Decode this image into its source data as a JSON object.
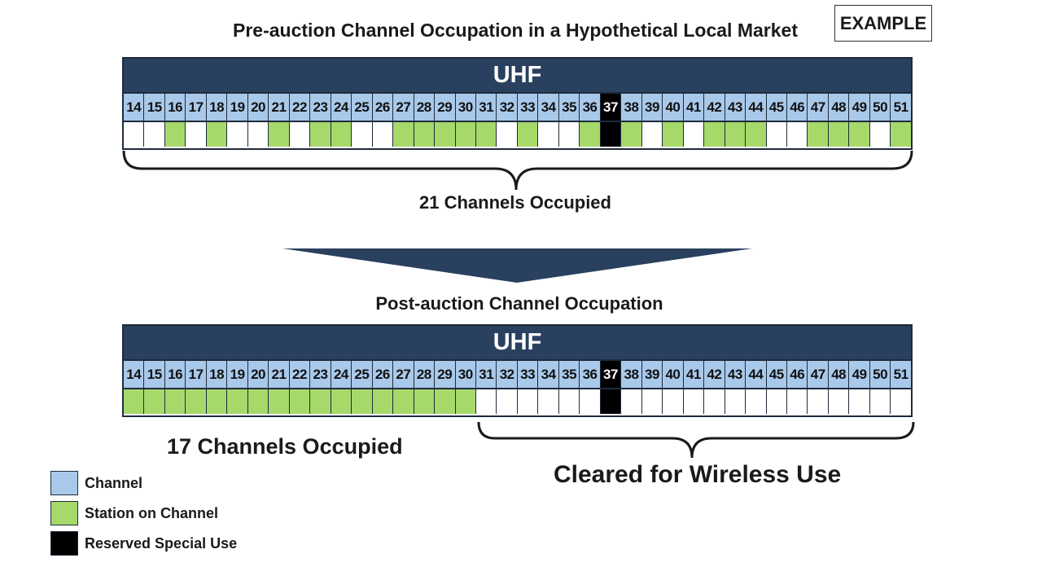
{
  "pre": {
    "title": "Pre-auction Channel Occupation in a Hypothetical Local Market",
    "band_label": "UHF",
    "occupied_caption": "21 Channels Occupied",
    "channels": [
      {
        "num": "14",
        "status": "empty"
      },
      {
        "num": "15",
        "status": "empty"
      },
      {
        "num": "16",
        "status": "occupied"
      },
      {
        "num": "17",
        "status": "empty"
      },
      {
        "num": "18",
        "status": "occupied"
      },
      {
        "num": "19",
        "status": "empty"
      },
      {
        "num": "20",
        "status": "empty"
      },
      {
        "num": "21",
        "status": "occupied"
      },
      {
        "num": "22",
        "status": "empty"
      },
      {
        "num": "23",
        "status": "occupied"
      },
      {
        "num": "24",
        "status": "occupied"
      },
      {
        "num": "25",
        "status": "empty"
      },
      {
        "num": "26",
        "status": "empty"
      },
      {
        "num": "27",
        "status": "occupied"
      },
      {
        "num": "28",
        "status": "occupied"
      },
      {
        "num": "29",
        "status": "occupied"
      },
      {
        "num": "30",
        "status": "occupied"
      },
      {
        "num": "31",
        "status": "occupied"
      },
      {
        "num": "32",
        "status": "empty"
      },
      {
        "num": "33",
        "status": "occupied"
      },
      {
        "num": "34",
        "status": "empty"
      },
      {
        "num": "35",
        "status": "empty"
      },
      {
        "num": "36",
        "status": "occupied"
      },
      {
        "num": "37",
        "status": "reserved"
      },
      {
        "num": "38",
        "status": "occupied"
      },
      {
        "num": "39",
        "status": "empty"
      },
      {
        "num": "40",
        "status": "occupied"
      },
      {
        "num": "41",
        "status": "empty"
      },
      {
        "num": "42",
        "status": "occupied"
      },
      {
        "num": "43",
        "status": "occupied"
      },
      {
        "num": "44",
        "status": "occupied"
      },
      {
        "num": "45",
        "status": "empty"
      },
      {
        "num": "46",
        "status": "empty"
      },
      {
        "num": "47",
        "status": "occupied"
      },
      {
        "num": "48",
        "status": "occupied"
      },
      {
        "num": "49",
        "status": "occupied"
      },
      {
        "num": "50",
        "status": "empty"
      },
      {
        "num": "51",
        "status": "occupied"
      }
    ]
  },
  "post": {
    "title": "Post-auction Channel Occupation",
    "band_label": "UHF",
    "occupied_caption": "17 Channels Occupied",
    "cleared_caption": "Cleared for Wireless Use",
    "channels": [
      {
        "num": "14",
        "status": "occupied"
      },
      {
        "num": "15",
        "status": "occupied"
      },
      {
        "num": "16",
        "status": "occupied"
      },
      {
        "num": "17",
        "status": "occupied"
      },
      {
        "num": "18",
        "status": "occupied"
      },
      {
        "num": "19",
        "status": "occupied"
      },
      {
        "num": "20",
        "status": "occupied"
      },
      {
        "num": "21",
        "status": "occupied"
      },
      {
        "num": "22",
        "status": "occupied"
      },
      {
        "num": "23",
        "status": "occupied"
      },
      {
        "num": "24",
        "status": "occupied"
      },
      {
        "num": "25",
        "status": "occupied"
      },
      {
        "num": "26",
        "status": "occupied"
      },
      {
        "num": "27",
        "status": "occupied"
      },
      {
        "num": "28",
        "status": "occupied"
      },
      {
        "num": "29",
        "status": "occupied"
      },
      {
        "num": "30",
        "status": "occupied"
      },
      {
        "num": "31",
        "status": "empty"
      },
      {
        "num": "32",
        "status": "empty"
      },
      {
        "num": "33",
        "status": "empty"
      },
      {
        "num": "34",
        "status": "empty"
      },
      {
        "num": "35",
        "status": "empty"
      },
      {
        "num": "36",
        "status": "empty"
      },
      {
        "num": "37",
        "status": "reserved"
      },
      {
        "num": "38",
        "status": "empty"
      },
      {
        "num": "39",
        "status": "empty"
      },
      {
        "num": "40",
        "status": "empty"
      },
      {
        "num": "41",
        "status": "empty"
      },
      {
        "num": "42",
        "status": "empty"
      },
      {
        "num": "43",
        "status": "empty"
      },
      {
        "num": "44",
        "status": "empty"
      },
      {
        "num": "45",
        "status": "empty"
      },
      {
        "num": "46",
        "status": "empty"
      },
      {
        "num": "47",
        "status": "empty"
      },
      {
        "num": "48",
        "status": "empty"
      },
      {
        "num": "49",
        "status": "empty"
      },
      {
        "num": "50",
        "status": "empty"
      },
      {
        "num": "51",
        "status": "empty"
      }
    ]
  },
  "example_label": "EXAMPLE",
  "legend": [
    {
      "label": "Channel",
      "color": "#a9c9ea"
    },
    {
      "label": "Station on Channel",
      "color": "#a6d96a"
    },
    {
      "label": "Reserved Special Use",
      "color": "#000000"
    }
  ],
  "colors": {
    "band": "#2a405f",
    "channel": "#a9c9ea",
    "station": "#a6d96a",
    "reserved": "#000000"
  }
}
